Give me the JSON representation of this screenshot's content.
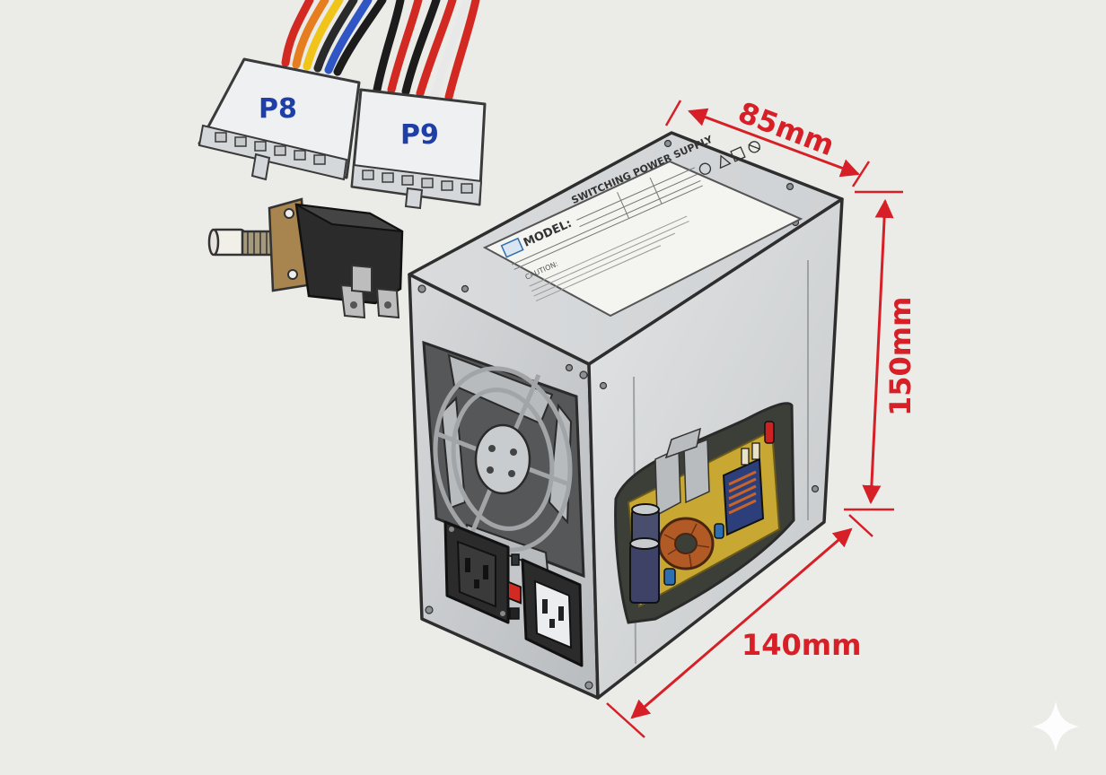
{
  "connectors": {
    "p8_label": "P8",
    "p9_label": "P9"
  },
  "psu_label": {
    "header": "SWITCHING POWER SUPPLY",
    "model": "MODEL:",
    "caution": "CAUTION:"
  },
  "dimensions": {
    "depth_label": "85mm",
    "height_label": "150mm",
    "width_label": "140mm"
  },
  "colors": {
    "dimension_red": "#d61f26",
    "connector_blue": "#1f3fa8",
    "case_silver": "#c9ccce"
  }
}
